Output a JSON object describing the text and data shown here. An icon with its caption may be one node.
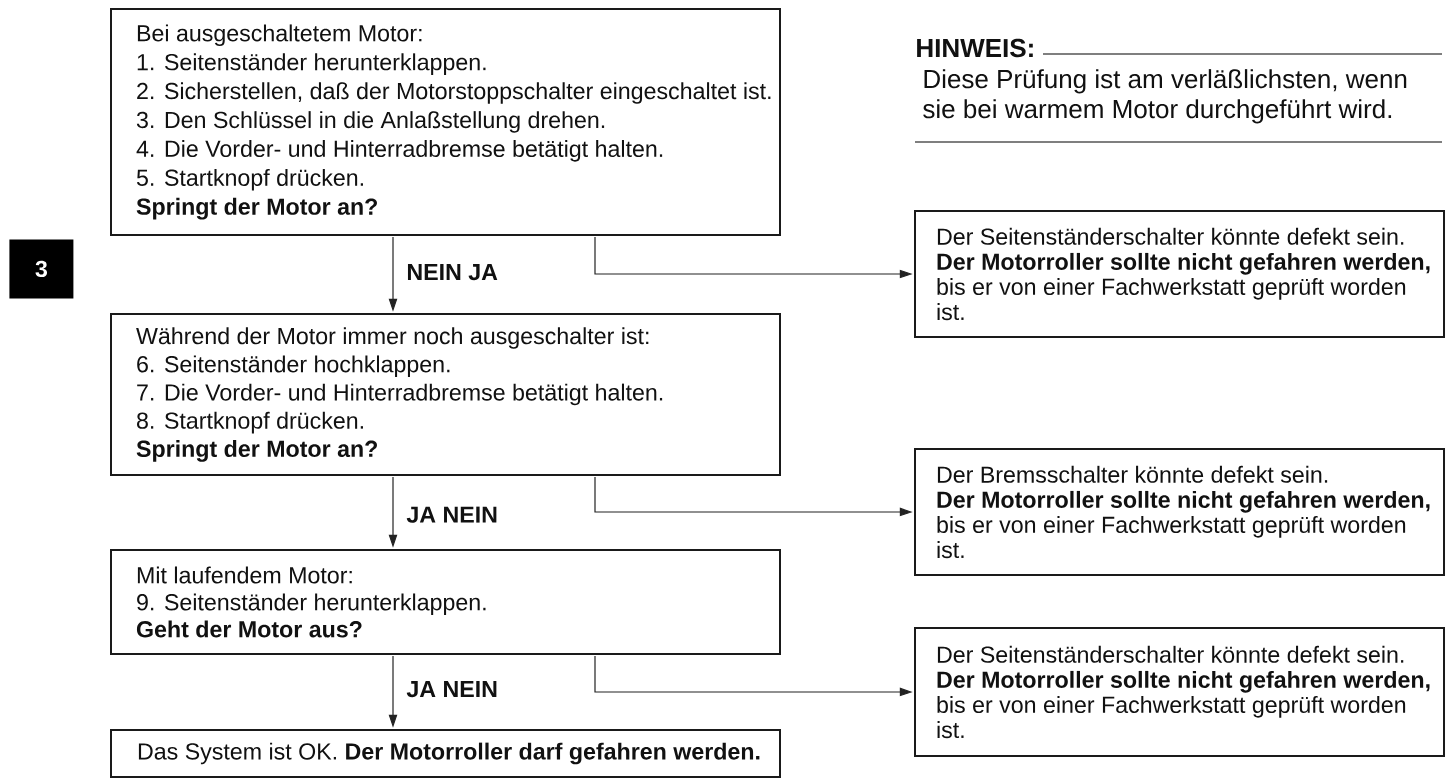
{
  "diagram": {
    "nodes": [
      {
        "text": [
          "Bei ausgeschaltetem Motor:",
          "1. Seitenständer herunterklappen.",
          "2. Sicherstellen, daß der Motorstoppschalter eingeschaltet ist.",
          "3. Den Schlüssel in die Anlaßstellung drehen.",
          "4. Die Vorder- und Hinterradbremse betätigt halten.",
          "5. Startknopf drücken.",
          "Springt der Motor an?"
        ]
      },
      {
        "text": [
          "Der Seitenständerschalter könnte defekt sein.",
          "**Der Motorroller sollte nicht gefahren werden,** bis er von einer Fachwerkstatt geprüft worden ist."
        ]
      },
      {
        "text": [
          "Während der Motor immer noch ausgeschalter ist:",
          "6. Seitenständer hochklappen.",
          "7. Die Vorder- und Hinterradbremse betätigt halten.",
          "8. Startknopf drücken.",
          "Springt der Motor an?"
        ]
      },
      {
        "text": [
          "Der Bremsschalter könnte defekt sein.",
          "**Der Motorroller sollte nicht gefahren werden,** bis er von einer Fachwerkstatt geprüft worden ist."
        ]
      },
      {
        "text": [
          "Mit laufendem Motor:",
          "9. Seitenständer herunterklappen.",
          "Geht der Motor aus?"
        ]
      },
      {
        "text": [
          "Der Seitenständerschalter könnte defekt sein.",
          "**Der Motorroller sollte nicht gefahren werden,** bis er von einer Fachwerkstatt geprüft worden ist."
        ]
      },
      {
        "text": [
          "Das System ist OK. **Der Motorroller darf gefahren werden.**"
        ]
      }
    ],
    "edges": [
      {
        "from": 0,
        "to": 2,
        "arrow": "to",
        "label": "NEIN JA"
      },
      {
        "from": 0,
        "to": 1,
        "arrow": "to"
      },
      {
        "from": 2,
        "to": 4,
        "arrow": "to",
        "label": "JA NEIN"
      },
      {
        "from": 2,
        "to": 3,
        "arrow": "to"
      },
      {
        "from": 4,
        "to": 6,
        "arrow": "to",
        "label": "JA NEIN"
      },
      {
        "from": 4,
        "to": 5,
        "arrow": "to"
      }
    ],
    "labels": [
      "HINWEIS:",
      "Diese Prüfung ist am verläßlichsten, wenn sie bei warmem Motor durchgeführt wird.",
      "3"
    ]
  }
}
